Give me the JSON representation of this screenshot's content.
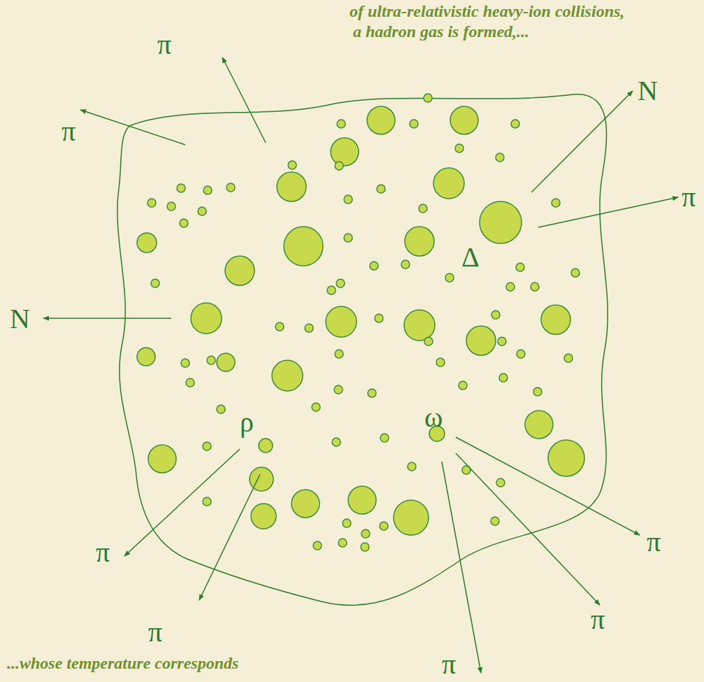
{
  "diagram": {
    "labels": [
      "of ultra-relativistic heavy-ion collisions,",
      "a hadron gas is formed,...",
      "π",
      "N",
      "π",
      "π",
      "Δ",
      "N",
      "ρ",
      "ω",
      "π",
      "π",
      "π",
      "π",
      "π",
      "...whose temperature corresponds"
    ]
  }
}
